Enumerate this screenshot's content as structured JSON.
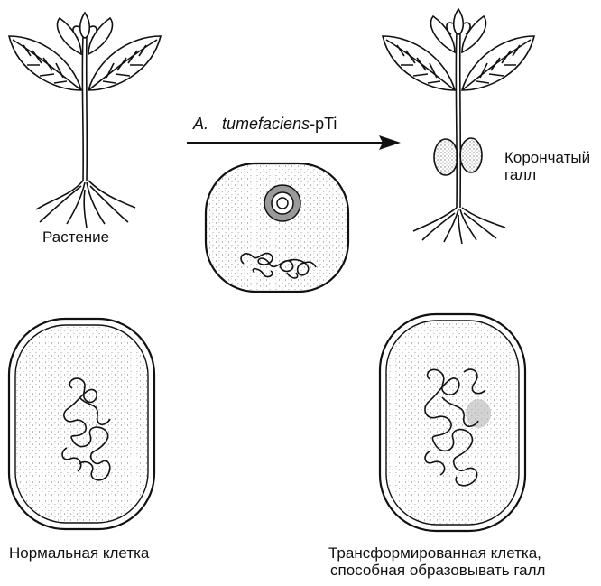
{
  "labels": {
    "plant": "Растение",
    "gall_line1": "Корончатый",
    "gall_line2": "галл",
    "normal_cell": "Нормальная  клетка",
    "transformed_line1": "Трансформированная   клетка,",
    "transformed_line2": "способная образовывать галл"
  },
  "arrow": {
    "organism_abbrev": "A.",
    "organism_species": "tumefaciens",
    "plasmid": "-pTi"
  },
  "icons": {
    "plant": "plant-icon",
    "gall_plant": "plant-with-gall-icon",
    "bacterium": "bacterium-cell-icon",
    "plasmid": "plasmid-icon",
    "normal_cell": "plant-cell-icon",
    "transformed_cell": "transformed-plant-cell-icon"
  },
  "colors": {
    "ink": "#111111",
    "plasmid_ring": "#9a9a9a",
    "gall_fill": "#c9c9c9"
  }
}
